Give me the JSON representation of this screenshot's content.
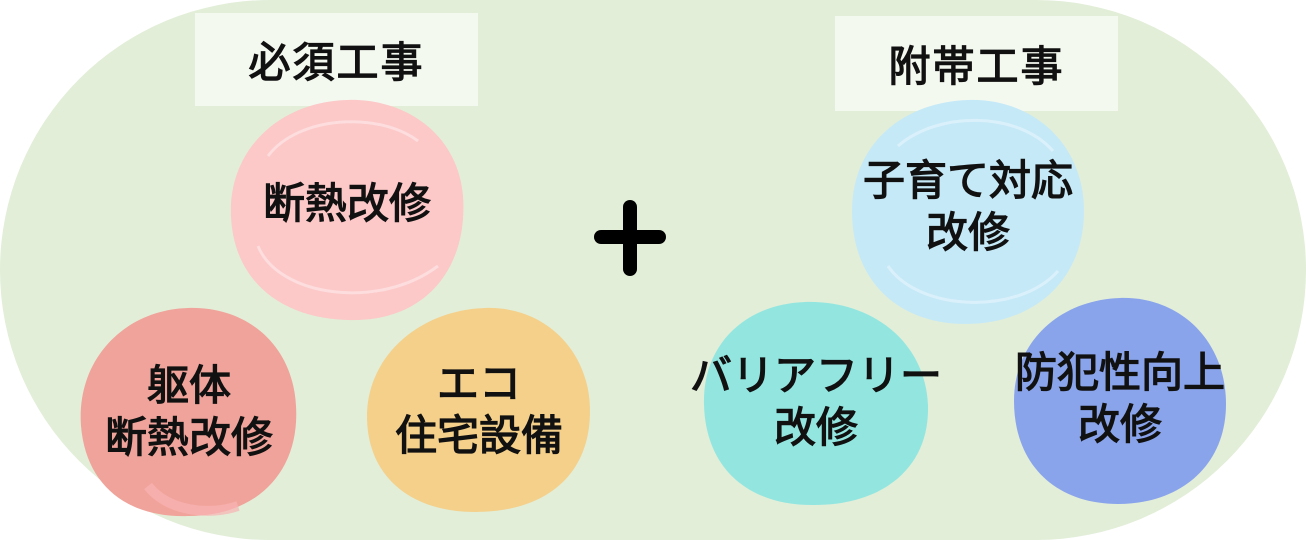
{
  "groups": {
    "required": {
      "title": "必須工事",
      "items": [
        {
          "lines": [
            "断熱改修"
          ],
          "color": "#fcc8c8"
        },
        {
          "lines": [
            "躯体",
            "断熱改修"
          ],
          "color": "#f0a39a"
        },
        {
          "lines": [
            "エコ",
            "住宅設備"
          ],
          "color": "#f4d08b"
        }
      ]
    },
    "optional": {
      "title": "附帯工事",
      "items": [
        {
          "lines": [
            "子育て対応",
            "改修"
          ],
          "color": "#c6e9f7"
        },
        {
          "lines": [
            "バリアフリー",
            "改修"
          ],
          "color": "#93e6e0"
        },
        {
          "lines": [
            "防犯性向上",
            "改修"
          ],
          "color": "#8aa4ec"
        }
      ]
    }
  },
  "operator": "plus-icon",
  "colors": {
    "background_pill": "#e2eed8",
    "label_box": "#f4f9f0",
    "text": "#111111"
  }
}
